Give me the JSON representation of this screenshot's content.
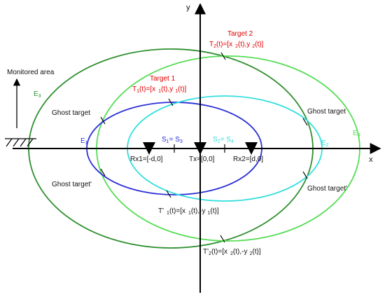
{
  "axes": {
    "x_label": "x",
    "y_label": "y"
  },
  "monitored_area": "Monitored area",
  "colors": {
    "axis": "#000000",
    "e1": "#2a2fd6",
    "e2": "#33dede",
    "e3": "#2f8f2f",
    "e4": "#55dd55",
    "target": "#e00000"
  },
  "ellipses": [
    {
      "id": "E1",
      "label": "E",
      "sub": "1"
    },
    {
      "id": "E2",
      "label": "E",
      "sub": "2"
    },
    {
      "id": "E3",
      "label": "E",
      "sub": "3"
    },
    {
      "id": "E4",
      "label": "E",
      "sub": "4"
    }
  ],
  "antennas": {
    "rx1": "Rx1=[-d,0]",
    "tx": "Tx=[0,0]",
    "rx2": "Rx2=[d,0]"
  },
  "foci_labels": {
    "left": {
      "a": "S",
      "a_sub": "1",
      "eq": "= S",
      "b_sub": "3"
    },
    "right": {
      "a": "S",
      "a_sub": "2",
      "eq": "= S",
      "b_sub": "4"
    }
  },
  "targets": {
    "target1": {
      "title": "Target 1",
      "expr": {
        "p1": "T",
        "s1": "1",
        "p2": "(t)=[x",
        "s2": "1",
        "p3": "(t),y",
        "s3": "1",
        "p4": "(t)]"
      }
    },
    "target2": {
      "title": "Target 2",
      "expr": {
        "p1": "T",
        "s1": "2",
        "p2": "(t)=[x",
        "s2": "2",
        "p3": "(t),y",
        "s3": "2",
        "p4": "(t)]"
      }
    }
  },
  "mirrors": {
    "m1": {
      "p1": "T'",
      "s1": "1",
      "p2": "(t)=[x",
      "s2": "1",
      "p3": "(t),-y",
      "s3": "1",
      "p4": "(t)]"
    },
    "m2": {
      "p1": "T'",
      "s1": "2",
      "p2": "(t)=[x",
      "s2": "2",
      "p3": "(t),-y",
      "s3": "2",
      "p4": "(t)]"
    }
  },
  "ghosts": {
    "upper_left": "Ghost target",
    "upper_right": "Ghost target",
    "lower_left": "Ghost target'",
    "lower_right": "Ghost target'"
  }
}
